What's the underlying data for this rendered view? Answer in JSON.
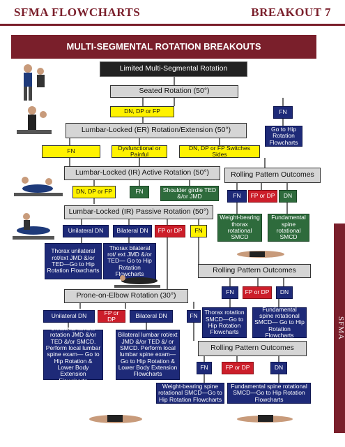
{
  "header": {
    "left": "SFMA FLOWCHARTS",
    "right": "BREAKOUT 7"
  },
  "title": "MULTI-SEGMENTAL ROTATION BREAKOUTS",
  "side_tab": "SFMA",
  "nodes": {
    "limited_msr": "Limited Multi-Segmental Rotation",
    "seated_rotation": "Seated Rotation (50°)",
    "dn_dp_fp_1": "DN, DP or FP",
    "fn_1": "FN",
    "go_hip_1": "Go to Hip Rotation Flowcharts",
    "lumbar_locked_er": "Lumbar-Locked (ER) Rotation/Extension (50°)",
    "fn_2": "FN",
    "dysfunctional": "Dysfunctional or Painful",
    "dn_dp_fp_switch": "DN, DP or FP Switches Sides",
    "lumbar_locked_ir_active": "Lumbar-Locked (IR) Active Rotation (50°)",
    "rolling_1": "Rolling Pattern Outcomes",
    "dn_dp_fp_2": "DN, DP or FP",
    "fn_3": "FN",
    "shoulder_girdle": "Shoulder girdle TED &/or JMD",
    "roll1_fn": "FN",
    "roll1_fp": "FP or DP",
    "roll1_dn": "DN",
    "lumbar_locked_ir_passive": "Lumbar-Locked (IR) Passive Rotation (50°)",
    "unilateral_dn_1": "Unilateral DN",
    "bilateral_dn_1": "Bilateral DN",
    "fp_dp_1": "FP or DP",
    "fn_4": "FN",
    "weight_bearing_thorax": "Weight-bearing thorax rotational SMCD",
    "fundamental_spine_1": "Fundamental spine rotational SMCD",
    "thorax_unilateral": "Thorax unilateral rot/ext JMD &/or TED—Go to Hip Rotation Flowcharts",
    "thorax_bilateral": "Thorax bilateral rot/ ext JMD &/or TED— Go to Hip Rotation Flowcharts",
    "rolling_2": "Rolling Pattern Outcomes",
    "prone_on_elbow": "Prone-on-Elbow Rotation (30°)",
    "roll2_fn": "FN",
    "roll2_fp": "FP or DP",
    "roll2_dn": "DN",
    "unilateral_dn_2": "Unilateral DN",
    "fp_dp_2": "FP or DP",
    "bilateral_dn_2": "Bilateral DN",
    "fn_5": "FN",
    "thorax_rotation_smcd": "Thorax rotation SMCD—Go to Hip Rotation Flowcharts",
    "fundamental_spine_2": "Fundamental spine rotational SMCD— Go to Hip Rotation Flowcharts",
    "unilateral_lumbar": "Unilateral lumbar rotation JMD &/or TED &/or SMCD. Perform local lumbar spine exam— Go to Hip Rotation & Lower Body Extension Flowcharts",
    "bilateral_lumbar": "Bilateral lumbar rot/ext JMD &/or TED &/ or SMCD. Perform local lumbar spine exam— Go to Hip Rotation & Lower Body Extension Flowcharts",
    "rolling_3": "Rolling Pattern Outcomes",
    "roll3_fn": "FN",
    "roll3_fp": "FP or DP",
    "roll3_dn": "DN",
    "weight_bearing_spine": "Weight-bearing spine rotational SMCD—Go to Hip Rotation Flowcharts",
    "fundamental_spine_3": "Fundamental spine rotational SMCD—Go to Hip Rotation Flowcharts"
  },
  "colors": {
    "header": "#7a1f2b",
    "yellow": "#fff200",
    "green": "#2e6b3c",
    "navy": "#1e2a78",
    "red": "#cc1e2a"
  }
}
